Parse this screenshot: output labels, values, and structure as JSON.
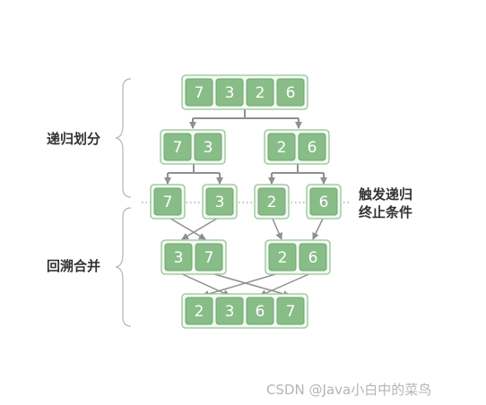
{
  "labels": {
    "divide": "递归划分",
    "terminate_line1": "触发递归",
    "terminate_line2": "终止条件",
    "merge": "回溯合并"
  },
  "watermark": "CSDN @Java小白中的菜鸟",
  "colors": {
    "cell_fill": "#88bd88",
    "cell_border": "#6fa56f",
    "group_border": "#91c591",
    "group_fill": "#f4faf4",
    "arrow": "#8f8f8f",
    "text": "#ffffff"
  },
  "groups": [
    {
      "id": "row0",
      "values": [
        "7",
        "3",
        "2",
        "6"
      ]
    },
    {
      "id": "row1-left",
      "values": [
        "7",
        "3"
      ]
    },
    {
      "id": "row1-right",
      "values": [
        "2",
        "6"
      ]
    },
    {
      "id": "row2-a",
      "values": [
        "7"
      ]
    },
    {
      "id": "row2-b",
      "values": [
        "3"
      ]
    },
    {
      "id": "row2-c",
      "values": [
        "2"
      ]
    },
    {
      "id": "row2-d",
      "values": [
        "6"
      ]
    },
    {
      "id": "row3-left",
      "values": [
        "3",
        "7"
      ]
    },
    {
      "id": "row3-right",
      "values": [
        "2",
        "6"
      ]
    },
    {
      "id": "row4",
      "values": [
        "2",
        "3",
        "6",
        "7"
      ]
    }
  ]
}
